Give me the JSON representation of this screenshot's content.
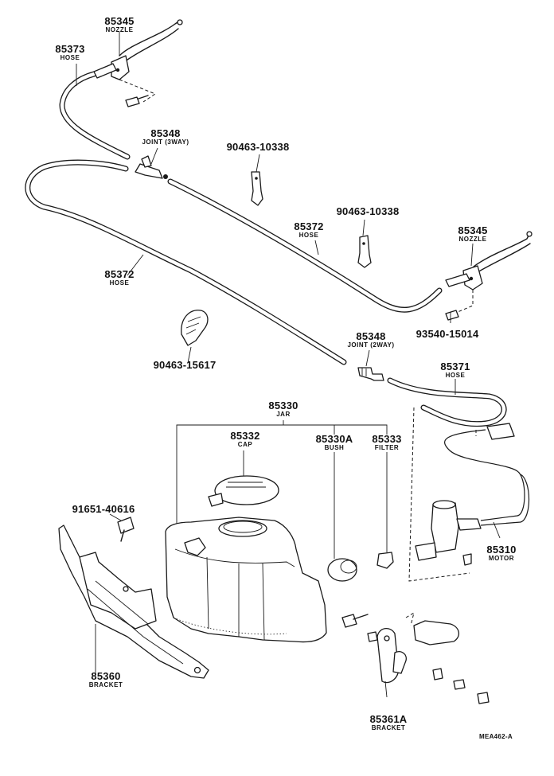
{
  "diagram_code": "MEA462-A",
  "callouts": [
    {
      "id": "nozzle-left",
      "number": "85345",
      "name": "NOZZLE"
    },
    {
      "id": "hose-top",
      "number": "85373",
      "name": "HOSE"
    },
    {
      "id": "joint-3way",
      "number": "85348",
      "name": "JOINT (3WAY)"
    },
    {
      "id": "clip-left",
      "number": "90463-10338",
      "name": ""
    },
    {
      "id": "clip-mid",
      "number": "90463-10338",
      "name": ""
    },
    {
      "id": "hose-long-right",
      "number": "85372",
      "name": "HOSE"
    },
    {
      "id": "nozzle-right",
      "number": "85345",
      "name": "NOZZLE"
    },
    {
      "id": "screw-right",
      "number": "93540-15014",
      "name": ""
    },
    {
      "id": "hose-long-left",
      "number": "85372",
      "name": "HOSE"
    },
    {
      "id": "clamp",
      "number": "90463-15617",
      "name": ""
    },
    {
      "id": "joint-2way",
      "number": "85348",
      "name": "JOINT (2WAY)"
    },
    {
      "id": "hose-motor",
      "number": "85371",
      "name": "HOSE"
    },
    {
      "id": "jar",
      "number": "85330",
      "name": "JAR"
    },
    {
      "id": "cap",
      "number": "85332",
      "name": "CAP"
    },
    {
      "id": "bush",
      "number": "85330A",
      "name": "BUSH"
    },
    {
      "id": "filter",
      "number": "85333",
      "name": "FILTER"
    },
    {
      "id": "bolt",
      "number": "91651-40616",
      "name": ""
    },
    {
      "id": "motor",
      "number": "85310",
      "name": "MOTOR"
    },
    {
      "id": "bracket-main",
      "number": "85360",
      "name": "BRACKET"
    },
    {
      "id": "bracket-small",
      "number": "85361A",
      "name": "BRACKET"
    }
  ]
}
